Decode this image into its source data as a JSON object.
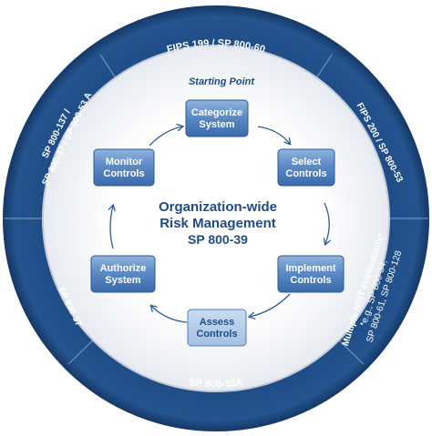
{
  "diagram": {
    "center": {
      "line1": "Organization-wide",
      "line2": "Risk Management",
      "line3": "SP 800-39"
    },
    "starting_point": "Starting Point",
    "steps": [
      {
        "id": "categorize",
        "line1": "Categorize",
        "line2": "System"
      },
      {
        "id": "select",
        "line1": "Select",
        "line2": "Controls"
      },
      {
        "id": "implement",
        "line1": "Implement",
        "line2": "Controls"
      },
      {
        "id": "assess",
        "line1": "Assess",
        "line2": "Controls"
      },
      {
        "id": "authorize",
        "line1": "Authorize",
        "line2": "System"
      },
      {
        "id": "monitor",
        "line1": "Monitor",
        "line2": "Controls"
      }
    ],
    "ring_labels": {
      "top": "FIPS 199 / SP 800-60",
      "right_upper": "FIPS 200 / SP 800-53",
      "right_lower": {
        "line1": "Multiple NIST Publications*",
        "line2": "*e.g., SP 800-34,",
        "line3": "SP 800-61, SP 800-128"
      },
      "bottom": "SP 800-53A",
      "left_lower": "SP 800-37",
      "left_upper": {
        "line1": "SP 800-137 /",
        "line2": "SP 800-37 / SP 800-53 A"
      }
    },
    "colors": {
      "ring": "#1f4c86",
      "ring_edge": "#163a69",
      "box_top": "#8fb3dc",
      "box_bottom": "#3f73b5",
      "center_text": "#1f4c86",
      "arrow": "#2e5d99"
    }
  }
}
